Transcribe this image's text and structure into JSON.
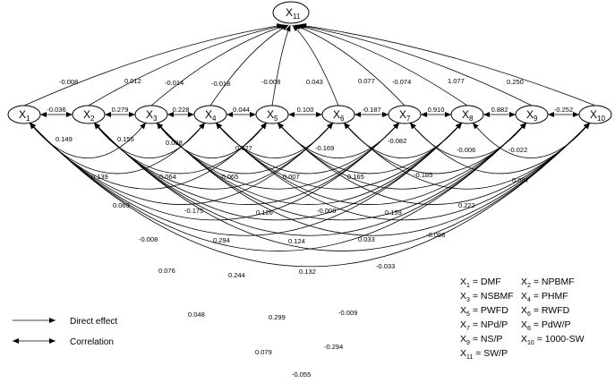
{
  "nodes": [
    {
      "id": "X1",
      "base": "X",
      "sub": "1"
    },
    {
      "id": "X2",
      "base": "X",
      "sub": "2"
    },
    {
      "id": "X3",
      "base": "X",
      "sub": "3"
    },
    {
      "id": "X4",
      "base": "X",
      "sub": "4"
    },
    {
      "id": "X5",
      "base": "X",
      "sub": "5"
    },
    {
      "id": "X6",
      "base": "X",
      "sub": "6"
    },
    {
      "id": "X7",
      "base": "X",
      "sub": "7"
    },
    {
      "id": "X8",
      "base": "X",
      "sub": "8"
    },
    {
      "id": "X9",
      "base": "X",
      "sub": "9"
    },
    {
      "id": "X10",
      "base": "X",
      "sub": "10"
    },
    {
      "id": "X11",
      "base": "X",
      "sub": "11"
    }
  ],
  "direct_effects": [
    {
      "from": "X1",
      "to": "X11",
      "value": "-0.008"
    },
    {
      "from": "X2",
      "to": "X11",
      "value": "0.012"
    },
    {
      "from": "X3",
      "to": "X11",
      "value": "-0.014"
    },
    {
      "from": "X4",
      "to": "X11",
      "value": "-0.018"
    },
    {
      "from": "X5",
      "to": "X11",
      "value": "-0.008"
    },
    {
      "from": "X6",
      "to": "X11",
      "value": "0.043"
    },
    {
      "from": "X7",
      "to": "X11",
      "value": "0.077"
    },
    {
      "from": "X8",
      "to": "X11",
      "value": "-0.074"
    },
    {
      "from": "X9",
      "to": "X11",
      "value": "1.077"
    },
    {
      "from": "X10",
      "to": "X11",
      "value": "0.250"
    }
  ],
  "adjacent_correlations": [
    {
      "a": "X1",
      "b": "X2",
      "value": "-0.036"
    },
    {
      "a": "X2",
      "b": "X3",
      "value": "0.279"
    },
    {
      "a": "X3",
      "b": "X4",
      "value": "0.228"
    },
    {
      "a": "X4",
      "b": "X5",
      "value": "0.044"
    },
    {
      "a": "X5",
      "b": "X6",
      "value": "0.100"
    },
    {
      "a": "X6",
      "b": "X7",
      "value": "-0.187"
    },
    {
      "a": "X7",
      "b": "X8",
      "value": "0.910"
    },
    {
      "a": "X8",
      "b": "X9",
      "value": "0.882"
    },
    {
      "a": "X9",
      "b": "X10",
      "value": "-0.252"
    }
  ],
  "correlation_labels": [
    "0.149",
    "0.155",
    "0.088",
    "0.027",
    "-0.169",
    "-0.082",
    "-0.006",
    "-0.022",
    "0.139",
    "0.064",
    "-0.065",
    "0.007",
    "0.165",
    "-0.185",
    "0.007",
    "0.069",
    "-0.175",
    "0.126",
    "-0.008",
    "0.159",
    "0.222",
    "-0.008",
    "0.294",
    "0.124",
    "0.033",
    "-0.098",
    "0.076",
    "0.244",
    "0.132",
    "-0.033",
    "0.048",
    "0.299",
    "-0.009",
    "0.079",
    "-0.294",
    "-0.055"
  ],
  "legend": {
    "direct": "Direct effect",
    "correlation": "Correlation"
  },
  "key": [
    {
      "var": "X",
      "sub": "1",
      "label": "= DMF"
    },
    {
      "var": "X",
      "sub": "2",
      "label": "= NPBMF"
    },
    {
      "var": "X",
      "sub": "3",
      "label": "= NSBMF"
    },
    {
      "var": "X",
      "sub": "4",
      "label": "= PHMF"
    },
    {
      "var": "X",
      "sub": "5",
      "label": "= PWFD"
    },
    {
      "var": "X",
      "sub": "6",
      "label": "= RWFD"
    },
    {
      "var": "X",
      "sub": "7",
      "label": "= NPd/P"
    },
    {
      "var": "X",
      "sub": "8",
      "label": "= PdW/P"
    },
    {
      "var": "X",
      "sub": "9",
      "label": "= NS/P"
    },
    {
      "var": "X",
      "sub": "10",
      "label": "= 1000-SW"
    },
    {
      "var": "X",
      "sub": "11",
      "label": "= SW/P"
    }
  ]
}
